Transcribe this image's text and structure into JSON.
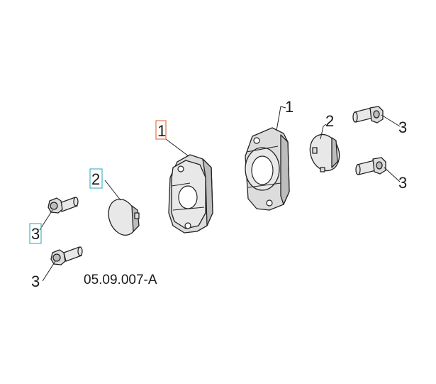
{
  "diagram": {
    "callouts": {
      "damper_left": "1",
      "damper_right": "1",
      "cap_left": "2",
      "cap_right": "2",
      "screw_left_upper": "3",
      "screw_left_lower": "3",
      "screw_right_upper": "3",
      "screw_right_lower": "3"
    },
    "drawing_code": "05.09.007-A",
    "highlight_colors": {
      "orange": "#e8734a",
      "cyan": "#3fb7c9"
    }
  }
}
